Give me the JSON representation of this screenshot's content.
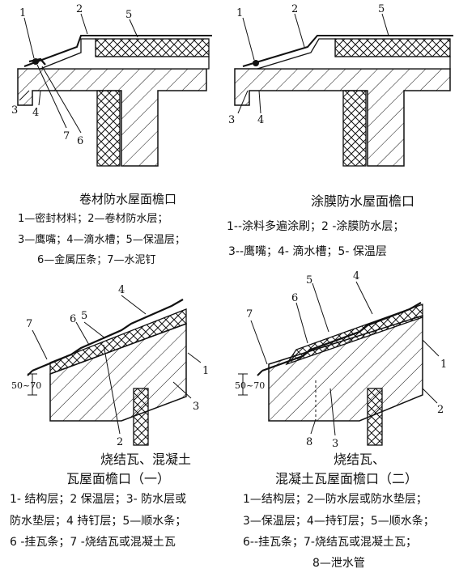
{
  "panels": [
    {
      "id": "top-left",
      "title": "卷材防水屋面檐口",
      "legend": [
        "1—密封材料；2—卷材防水层；",
        "3—鹰嘴；4—滴水槽；5—保温层；",
        "6—金属压条；7—水泥钉"
      ],
      "callouts": [
        "1",
        "2",
        "5",
        "3",
        "4",
        "7",
        "6"
      ]
    },
    {
      "id": "top-right",
      "title": "涂膜防水屋面檐口",
      "legend": [
        "1--涂料多遍涂刷；2 -涂膜防水层；",
        "3--鹰嘴；4- 滴水槽；5- 保温层"
      ],
      "callouts": [
        "1",
        "2",
        "5",
        "3",
        "4"
      ]
    },
    {
      "id": "bottom-left",
      "title_lines": [
        "烧结瓦、混凝土",
        "瓦屋面檐口（一）"
      ],
      "legend": [
        "1- 结构层；2  保温层；3- 防水层或",
        "防水垫层；4  持钉层；5—顺水条；",
        "6 -挂瓦条；7 -烧结瓦或混凝土瓦"
      ],
      "callouts": [
        "4",
        "5",
        "6",
        "7",
        "1",
        "3",
        "2"
      ],
      "dimension": "50~70"
    },
    {
      "id": "bottom-right",
      "title_lines": [
        "烧结瓦、",
        "混凝土瓦屋面檐口（二）"
      ],
      "legend": [
        "1—结构层；2—防水层或防水垫层；",
        "3—保温层；4—持钉层；5—顺水条；",
        "6--挂瓦条；7-烧结瓦或混凝土瓦；",
        "8—泄水管"
      ],
      "callouts": [
        "5",
        "4",
        "6",
        "7",
        "1",
        "2",
        "8",
        "3"
      ],
      "dimension": "50~70"
    }
  ]
}
